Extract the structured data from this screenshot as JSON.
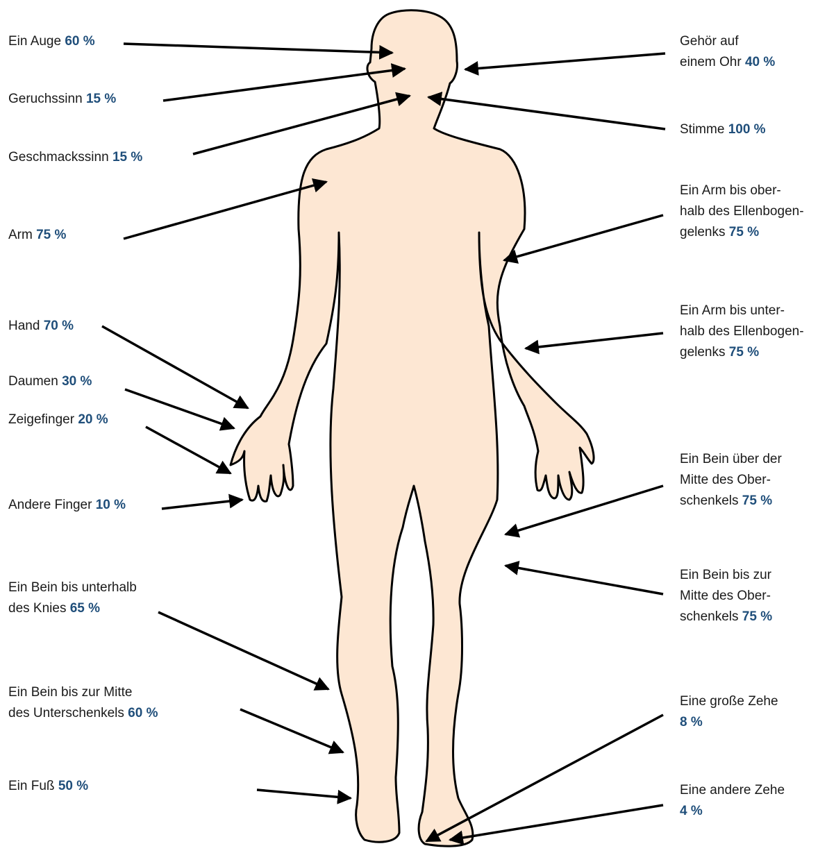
{
  "colors": {
    "skin": "#fde7d3",
    "outline": "#000000",
    "percent": "#1f4e7a",
    "text": "#1a1a1a"
  },
  "labels": {
    "auge": {
      "lines": [
        "Ein Auge"
      ],
      "percent": "60 %"
    },
    "geruch": {
      "lines": [
        "Geruchssinn"
      ],
      "percent": "15 %"
    },
    "geschmack": {
      "lines": [
        "Geschmackssinn"
      ],
      "percent": "15 %"
    },
    "arm": {
      "lines": [
        "Arm"
      ],
      "percent": "75 %"
    },
    "hand": {
      "lines": [
        "Hand"
      ],
      "percent": "70 %"
    },
    "daumen": {
      "lines": [
        "Daumen"
      ],
      "percent": "30 %"
    },
    "zeigefinger": {
      "lines": [
        "Zeigefinger"
      ],
      "percent": "20 %"
    },
    "finger": {
      "lines": [
        "Andere Finger"
      ],
      "percent": "10 %"
    },
    "knie": {
      "lines": [
        "Ein Bein bis unterhalb",
        "des Knies"
      ],
      "percent": "65 %"
    },
    "unterschenkel": {
      "lines": [
        "Ein Bein bis zur Mitte",
        "des Unterschenkels"
      ],
      "percent": "60 %"
    },
    "fuss": {
      "lines": [
        "Ein Fuß"
      ],
      "percent": "50 %"
    },
    "gehoer": {
      "lines": [
        "Gehör auf",
        "einem Ohr"
      ],
      "percent": "40 %"
    },
    "stimme": {
      "lines": [
        "Stimme"
      ],
      "percent": "100 %"
    },
    "oberarm": {
      "lines": [
        "Ein Arm bis ober-",
        "halb des Ellenbogen-",
        "gelenks"
      ],
      "percent": "75 %"
    },
    "unterarm": {
      "lines": [
        "Ein Arm bis unter-",
        "halb des Ellenbogen-",
        "gelenks"
      ],
      "percent": "75 %"
    },
    "bein_ueber": {
      "lines": [
        "Ein Bein über der",
        "Mitte des Ober-",
        "schenkels"
      ],
      "percent": "75 %"
    },
    "bein_bis": {
      "lines": [
        "Ein Bein bis zur",
        "Mitte des Ober-",
        "schenkels"
      ],
      "percent": "75 %"
    },
    "grosse_zehe": {
      "lines": [
        "Eine große Zehe"
      ],
      "percent": "8 %"
    },
    "andere_zehe": {
      "lines": [
        "Eine andere Zehe"
      ],
      "percent": "4 %"
    }
  }
}
